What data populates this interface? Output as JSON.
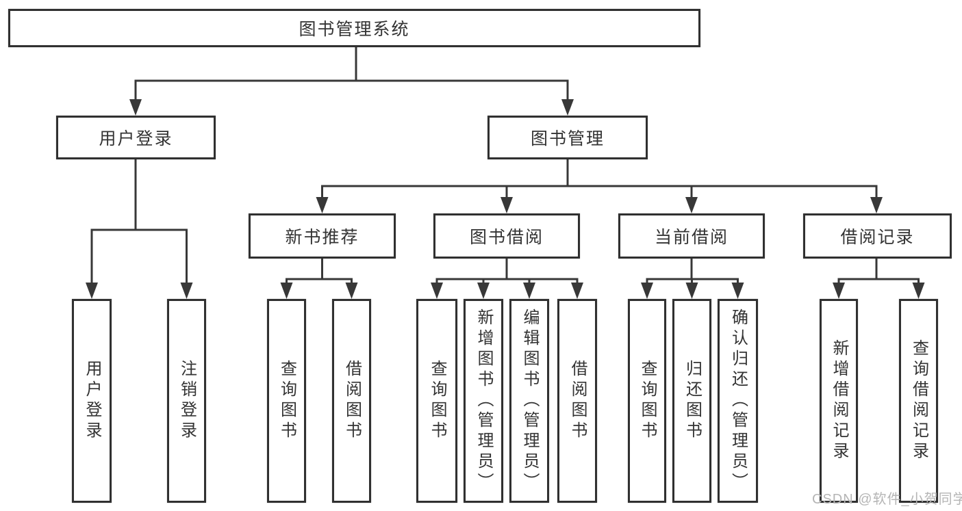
{
  "tree": {
    "label": "图书管理系统",
    "children": [
      {
        "label": "用户登录",
        "children": [
          {
            "label": "用户登录"
          },
          {
            "label": "注销登录"
          }
        ]
      },
      {
        "label": "图书管理",
        "children": [
          {
            "label": "新书推荐",
            "children": [
              {
                "label": "查询图书"
              },
              {
                "label": "借阅图书"
              }
            ]
          },
          {
            "label": "图书借阅",
            "children": [
              {
                "label": "查询图书"
              },
              {
                "label": "新增图书（管理员）"
              },
              {
                "label": "编辑图书（管理员）"
              },
              {
                "label": "借阅图书"
              }
            ]
          },
          {
            "label": "当前借阅",
            "children": [
              {
                "label": "查询图书"
              },
              {
                "label": "归还图书"
              },
              {
                "label": "确认归还（管理员）"
              }
            ]
          },
          {
            "label": "借阅记录",
            "children": [
              {
                "label": "新增借阅记录"
              },
              {
                "label": "查询借阅记录"
              }
            ]
          }
        ]
      }
    ]
  },
  "watermark": {
    "text": "CSDN @软件_小贺同学"
  },
  "colors": {
    "line": "#383838",
    "box_border": "#303030",
    "text": "#333333",
    "watermark": "#b5b5b5",
    "background": "#ffffff"
  }
}
